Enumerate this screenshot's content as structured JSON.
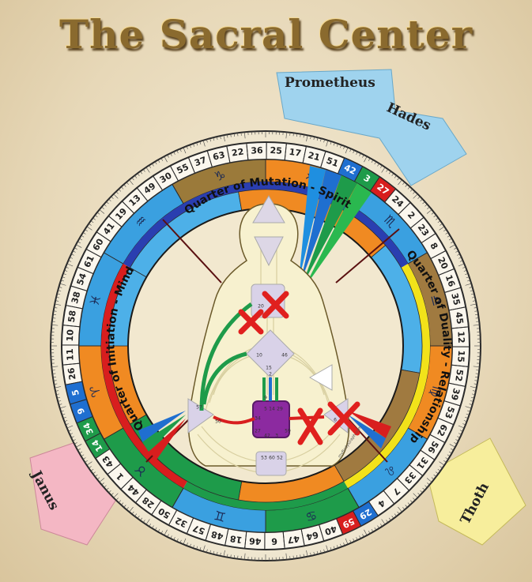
{
  "title": "The Sacral Center",
  "banners": {
    "prometheus": "Prometheus",
    "hades": "Hades",
    "janus": "Janus",
    "thoth": "Thoth"
  },
  "quarters": {
    "mutation": "Quarter of Mutation - Spirit",
    "initiation": "Quarter of Initiation - Mind",
    "duality": "Quarter of Duality - Relationship"
  },
  "watermark": "myBodyGraph.com",
  "gates": [
    "41",
    "19",
    "13",
    "49",
    "30",
    "55",
    "37",
    "63",
    "22",
    "36",
    "25",
    "17",
    "21",
    "51",
    "42",
    "3",
    "27",
    "24",
    "2",
    "23",
    "8",
    "20",
    "16",
    "35",
    "45",
    "12",
    "15",
    "52",
    "39",
    "53",
    "62",
    "56",
    "31",
    "33",
    "7",
    "4",
    "29",
    "59",
    "40",
    "64",
    "47",
    "6",
    "46",
    "18",
    "48",
    "57",
    "32",
    "50",
    "28",
    "44",
    "1",
    "43",
    "14",
    "34",
    "9",
    "5",
    "26",
    "11",
    "10",
    "58",
    "38",
    "54",
    "61",
    "60"
  ],
  "gate_colors": {
    "5": "#1f6fd0",
    "9": "#1f6fd0",
    "34": "#1e9b4a",
    "14": "#1e9b4a",
    "42": "#1f6fd0",
    "3": "#1e9b4a",
    "27": "#d81e1e",
    "59": "#d81e1e",
    "29": "#1f6fd0"
  },
  "zodiac_symbols": [
    "♑",
    "♐",
    "♏",
    "♎",
    "♍",
    "♌",
    "♋",
    "♊",
    "♉",
    "♈",
    "♓",
    "♒"
  ],
  "body_gates": [
    "20",
    "10",
    "15",
    "2",
    "46",
    "57",
    "50",
    "5",
    "14",
    "29",
    "34",
    "27",
    "42",
    "3",
    "9",
    "59",
    "6",
    "53",
    "60",
    "52"
  ],
  "marks": [
    "x-mark-throat",
    "x-mark-sacral-left",
    "x-mark-sacral-right"
  ]
}
